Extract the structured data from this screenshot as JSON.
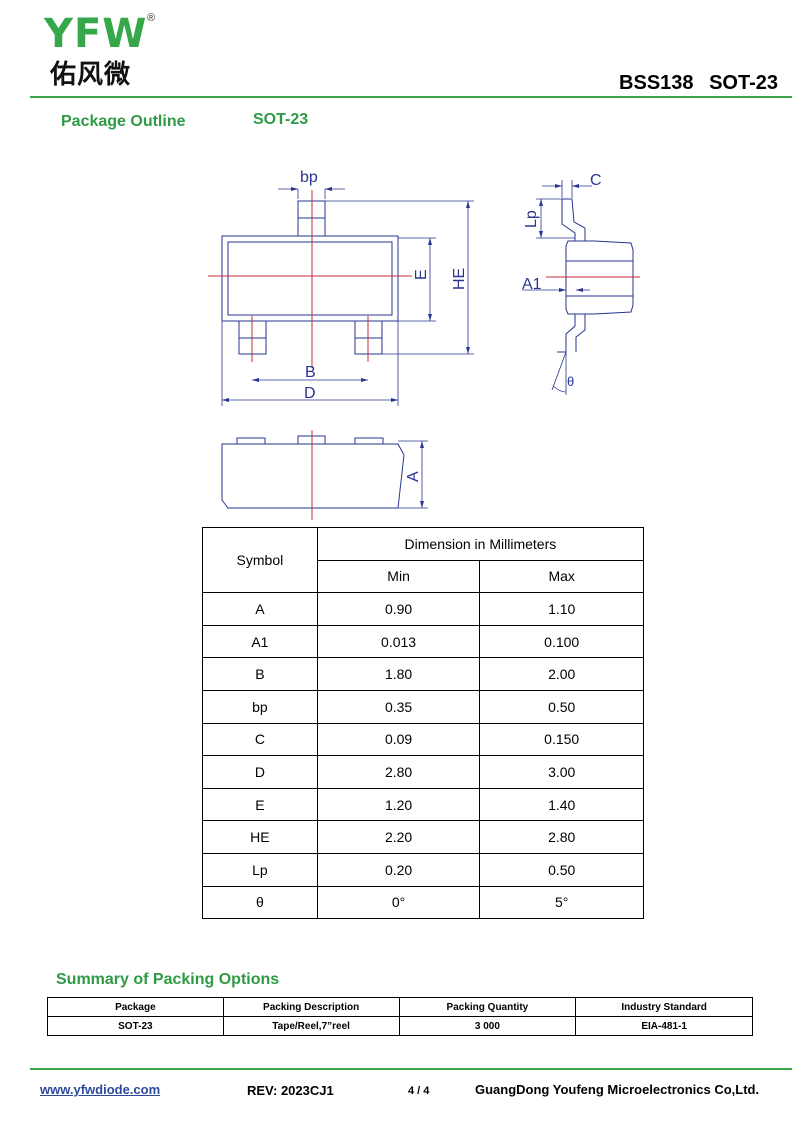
{
  "header": {
    "logo_text": "YFW",
    "logo_registered": "®",
    "logo_chinese": "佑风微",
    "title": "BSS138 SOT-23"
  },
  "outline": {
    "title": "Package Outline",
    "package": "SOT-23",
    "labels": {
      "bp": "bp",
      "e": "E",
      "he": "HE",
      "b": "B",
      "d": "D",
      "c": "C",
      "lp": "Lp",
      "a1": "A1",
      "theta": "θ",
      "a": "A"
    }
  },
  "dimension_table": {
    "symbol_header": "Symbol",
    "group_header": "Dimension in Millimeters",
    "min_header": "Min",
    "max_header": "Max",
    "rows": [
      {
        "symbol": "A",
        "min": "0.90",
        "max": "1.10"
      },
      {
        "symbol": "A1",
        "min": "0.013",
        "max": "0.100"
      },
      {
        "symbol": "B",
        "min": "1.80",
        "max": "2.00"
      },
      {
        "symbol": "bp",
        "min": "0.35",
        "max": "0.50"
      },
      {
        "symbol": "C",
        "min": "0.09",
        "max": "0.150"
      },
      {
        "symbol": "D",
        "min": "2.80",
        "max": "3.00"
      },
      {
        "symbol": "E",
        "min": "1.20",
        "max": "1.40"
      },
      {
        "symbol": "HE",
        "min": "2.20",
        "max": "2.80"
      },
      {
        "symbol": "Lp",
        "min": "0.20",
        "max": "0.50"
      },
      {
        "symbol": "θ",
        "min": "0°",
        "max": "5°"
      }
    ]
  },
  "packing": {
    "title": "Summary of Packing Options",
    "headers": [
      "Package",
      "Packing Description",
      "Packing Quantity",
      "Industry Standard"
    ],
    "row": [
      "SOT-23",
      "Tape/Reel,7”reel",
      "3 000",
      "EIA-481-1"
    ]
  },
  "footer": {
    "website": "www.yfwdiode.com",
    "rev": "REV: 2023CJ1",
    "page": "4 / 4",
    "company": "GuangDong Youfeng Microelectronics Co,Ltd."
  },
  "colors": {
    "brand_green": "#36a84a",
    "drawing_blue": "#2a3590",
    "centerline_red": "#c8283a"
  }
}
